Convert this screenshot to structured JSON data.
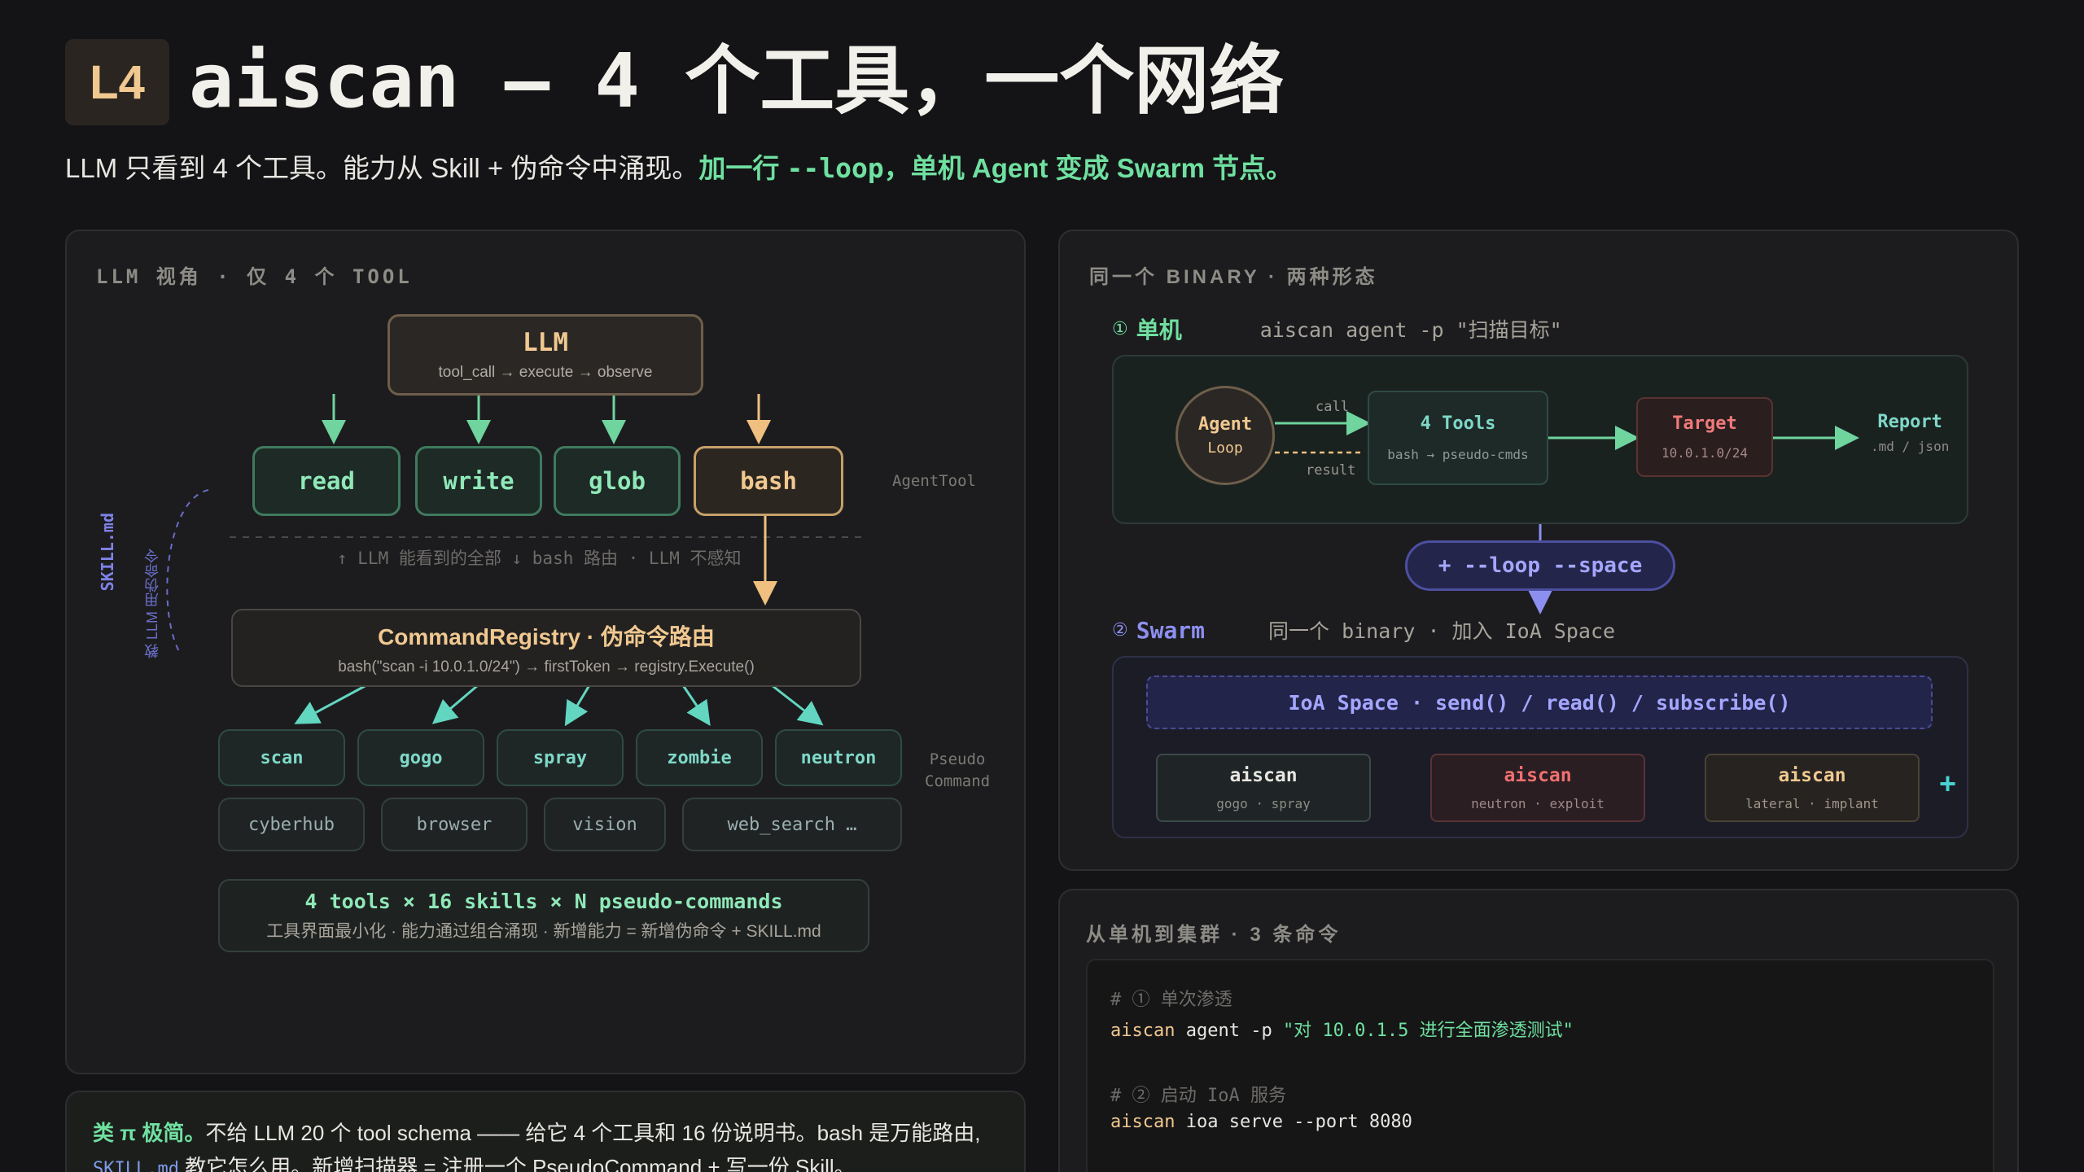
{
  "header": {
    "badge": "L4",
    "title": "aiscan — 4 个工具，一个网络",
    "subtitle_plain": "LLM 只看到 4 个工具。能力从 Skill + 伪命令中涌现。",
    "subtitle_highlight_a": "加一行 ",
    "subtitle_code": "--loop",
    "subtitle_highlight_b": "，单机 Agent 变成 Swarm 节点。"
  },
  "left_panel": {
    "label": "LLM 视角 · 仅 4 个 TOOL",
    "llm": {
      "title": "LLM",
      "subtitle": "tool_call → execute → observe"
    },
    "tools": [
      "read",
      "write",
      "glob",
      "bash"
    ],
    "agenttool_label": "AgentTool",
    "divider_note": "↑ LLM 能看到的全部 ↓ bash 路由 · LLM 不感知",
    "skill_label": "SKILL.md",
    "skill_side_note": "教 LLM 用伪命令",
    "registry": {
      "title": "CommandRegistry · 伪命令路由",
      "subtitle": "bash(\"scan -i 10.0.1.0/24\") → firstToken → registry.Execute()"
    },
    "pseudo_commands": [
      "scan",
      "gogo",
      "spray",
      "zombie",
      "neutron"
    ],
    "extra_commands": [
      "cyberhub",
      "browser",
      "vision",
      "web_search …"
    ],
    "pseudo_label_a": "Pseudo",
    "pseudo_label_b": "Command",
    "summary": {
      "title": "4 tools × 16 skills × N pseudo-commands",
      "subtitle": "工具界面最小化 · 能力通过组合涌现 · 新增能力 = 新增伪命令 + SKILL.md"
    }
  },
  "right_panel": {
    "label": "同一个 BINARY · 两种形态",
    "mode1": {
      "num": "①",
      "name": "单机",
      "cmd": "aiscan agent -p \"扫描目标\""
    },
    "agent": {
      "line1": "Agent",
      "line2": "Loop"
    },
    "call_label": "call",
    "result_label": "result",
    "tools_box": {
      "title": "4 Tools",
      "subtitle": "bash → pseudo-cmds"
    },
    "target_box": {
      "title": "Target",
      "subtitle": "10.0.1.0/24"
    },
    "report": {
      "title": "Report",
      "subtitle": ".md / json"
    },
    "loop_pill": "+ --loop --space",
    "mode2": {
      "num": "②",
      "name": "Swarm",
      "desc": "同一个 binary · 加入 IoA Space"
    },
    "ioa_space": "IoA Space · send() / read() / subscribe()",
    "nodes": [
      {
        "title": "aiscan",
        "subtitle": "gogo · spray"
      },
      {
        "title": "aiscan",
        "subtitle": "neutron · exploit"
      },
      {
        "title": "aiscan",
        "subtitle": "lateral · implant"
      }
    ],
    "plus": "+"
  },
  "commands_panel": {
    "label": "从单机到集群 · 3 条命令",
    "lines": [
      {
        "comment": "# ① 单次渗透"
      },
      {
        "cmd": "aiscan",
        "args": " agent -p ",
        "str": "\"对 10.0.1.5 进行全面渗透测试\""
      },
      {
        "comment": "# ② 启动 IoA 服务"
      },
      {
        "cmd": "aiscan",
        "args": " ioa serve --port 8080",
        "str": ""
      }
    ]
  },
  "bottom_note": {
    "lead": "类 π 极简。",
    "text1": "不给 LLM 20 个 tool schema —— 给它 4 个工具和 16 份说明书。bash 是万能路由,",
    "code": "SKILL.md",
    "text2": " 教它怎么用。新增扫描器 = 注册一个 PseudoCommand + 写一份 Skill。"
  },
  "colors": {
    "background": "#141416",
    "panel": "#1c1c1e",
    "green_accent": "#6fe0a0",
    "amber_accent": "#f0c890",
    "blue_accent": "#8d8ff0",
    "red_accent": "#f07070"
  }
}
